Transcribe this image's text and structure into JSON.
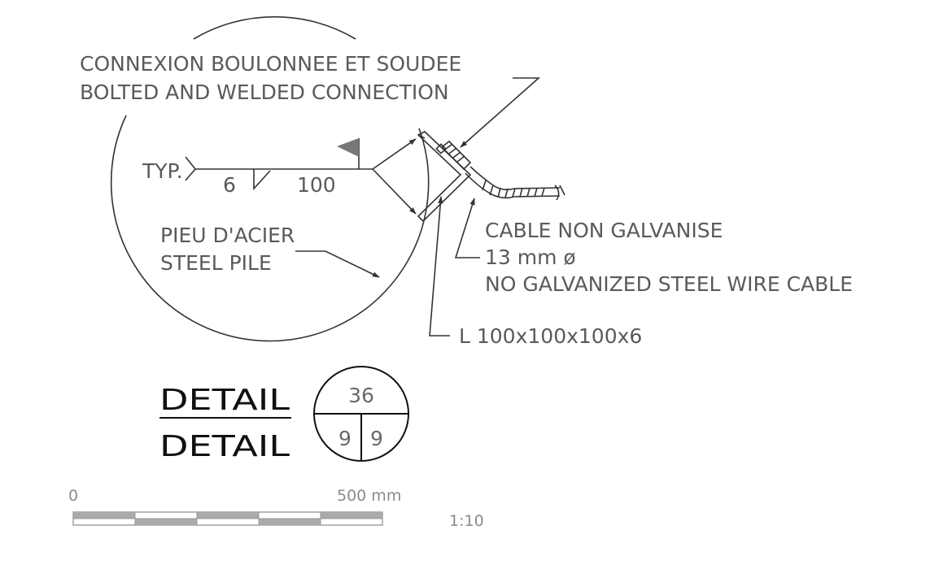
{
  "annotations": {
    "connection_fr": "CONNEXION BOULONNEE ET SOUDEE",
    "connection_en": "BOLTED AND WELDED CONNECTION",
    "weld_typ": "TYP.",
    "weld_size": "6",
    "weld_length": "100",
    "pile_fr": "PIEU D'ACIER",
    "pile_en": "STEEL PILE",
    "cable_fr": "CABLE NON GALVANISE",
    "cable_size": "13 mm ø",
    "cable_en": "NO GALVANIZED STEEL WIRE CABLE",
    "angle": "L 100x100x100x6"
  },
  "title": {
    "line1": "DETAIL",
    "line2": "DETAIL",
    "bubble_top": "36",
    "bubble_left": "9",
    "bubble_right": "9"
  },
  "scale_bar": {
    "start_label": "0",
    "end_label": "500 mm",
    "ratio": "1:10"
  },
  "colors": {
    "linework": "#333333",
    "weld_flag": "#777777",
    "text": "#5a5a5a"
  }
}
